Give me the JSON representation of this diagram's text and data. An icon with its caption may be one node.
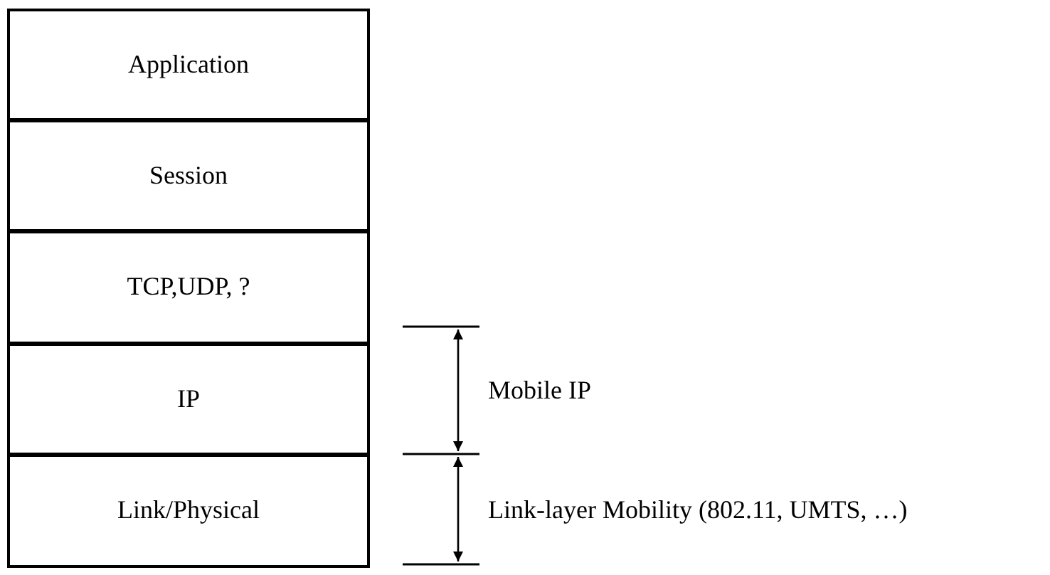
{
  "diagram": {
    "nodes": [
      {
        "text": [
          "Application"
        ]
      },
      {
        "text": [
          "Session"
        ]
      },
      {
        "text": [
          "TCP,UDP, ?"
        ]
      },
      {
        "text": [
          "IP"
        ]
      },
      {
        "text": [
          "Link/Physical"
        ]
      }
    ],
    "labels": [
      "Mobile IP",
      "Link-layer Mobility (802.11, UMTS, …)"
    ]
  }
}
